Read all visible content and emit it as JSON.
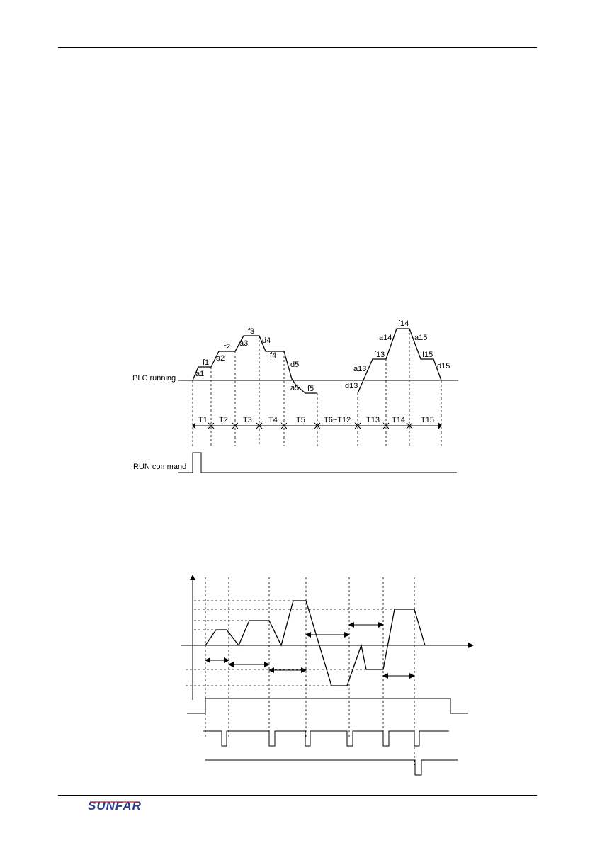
{
  "page": {
    "number": ""
  },
  "footer": {
    "logo_text": "SUNFAR"
  },
  "diagram1": {
    "plc_label": "PLC running",
    "run_label": "RUN command",
    "segment_labels": [
      "f1",
      "a1",
      "f2",
      "a2",
      "f3",
      "a3",
      "d4",
      "f4",
      "d5",
      "a5",
      "f5",
      "f14",
      "a14",
      "a15",
      "f13",
      "f15",
      "a13",
      "d15",
      "d13"
    ],
    "period_labels": [
      "T1",
      "T2",
      "T3",
      "T4",
      "T5",
      "T6~T12",
      "T13",
      "T14",
      "T15"
    ]
  }
}
